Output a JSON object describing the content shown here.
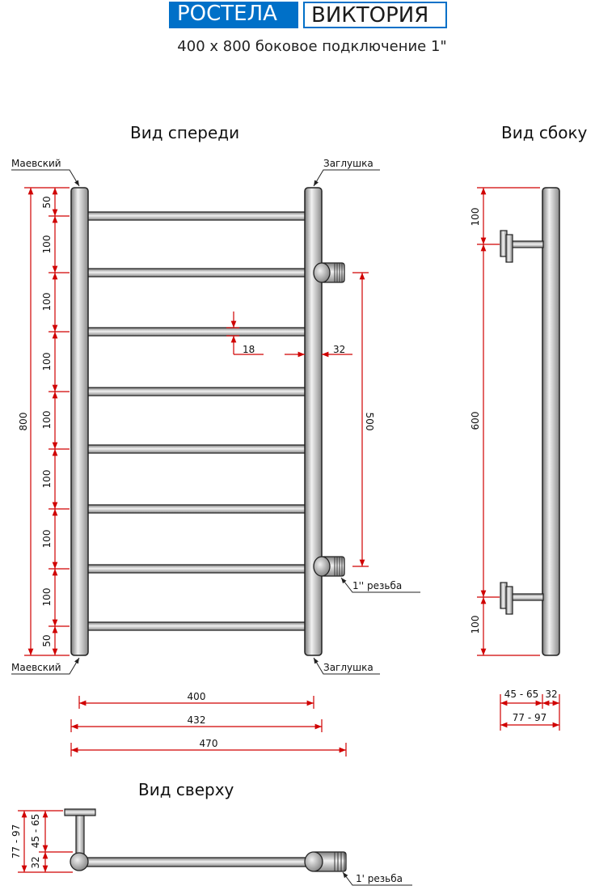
{
  "brand": {
    "name": "РОСТЕЛА",
    "model": "ВИКТОРИЯ"
  },
  "subtitle": "400 х 800 боковое подключение 1\"",
  "views": {
    "front": "Вид спереди",
    "side": "Вид сбоку",
    "top": "Вид сверху"
  },
  "colors": {
    "brand_blue": "#0070c8",
    "dimension_red": "#d00000",
    "pipe_gray": "#c8c8c8",
    "outline": "#222222"
  },
  "labels": {
    "mayevsky": "Маевский",
    "plug": "Заглушка",
    "thread_front": "1'' резьба",
    "thread_top": "1' резьба"
  },
  "front_dims": {
    "height_total": "800",
    "segments": [
      "50",
      "100",
      "100",
      "100",
      "100",
      "100",
      "100",
      "100",
      "50"
    ],
    "rung_diameter": "18",
    "pipe_diameter": "32",
    "center_distance": "500",
    "width_axis": "400",
    "width_mid": "432",
    "width_total": "470"
  },
  "side_dims": {
    "top_offset": "100",
    "bracket_spacing": "600",
    "bottom_offset": "100",
    "wall_gap": "45 - 65",
    "pipe": "32",
    "total_depth": "77 - 97"
  },
  "top_dims": {
    "total_depth": "77 - 97",
    "wall_gap": "45 - 65",
    "pipe": "32"
  }
}
